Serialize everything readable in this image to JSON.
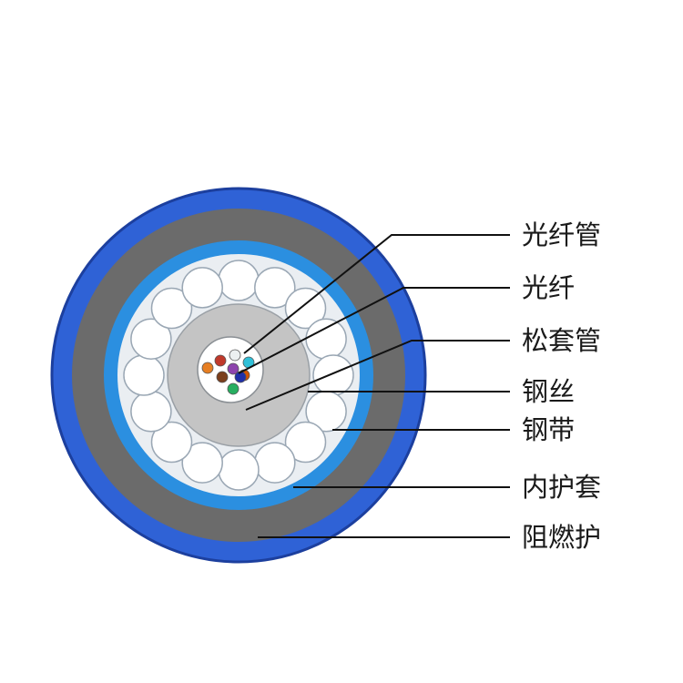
{
  "labels": [
    {
      "id": "fiber-tube",
      "text": "光纤管"
    },
    {
      "id": "optical-fiber",
      "text": "光纤"
    },
    {
      "id": "loose-tube",
      "text": "松套管"
    },
    {
      "id": "steel-wire",
      "text": "钢丝"
    },
    {
      "id": "steel-tape",
      "text": "钢带"
    },
    {
      "id": "inner-sheath",
      "text": "内护套"
    },
    {
      "id": "flame-retardant-sheath",
      "text": "阻燃护"
    }
  ],
  "colors": {
    "outer_sheath": "#2f62d6",
    "outer_sheath_edge": "#1c3f9e",
    "inner_sheath": "#6b6b6b",
    "steel_tape": "#2b8fe0",
    "wire_fill": "#ffffff",
    "wire_stroke": "#9aa7b4",
    "tube_fill": "#c4c4c4",
    "fiber_core_bg": "#ffffff",
    "fiber_colors": [
      "#c0392b",
      "#ecf0f1",
      "#30c0d8",
      "#e67e22",
      "#7b3f1d",
      "#8e44ad",
      "#27ae60",
      "#1f2fa8",
      "#d35400"
    ]
  }
}
